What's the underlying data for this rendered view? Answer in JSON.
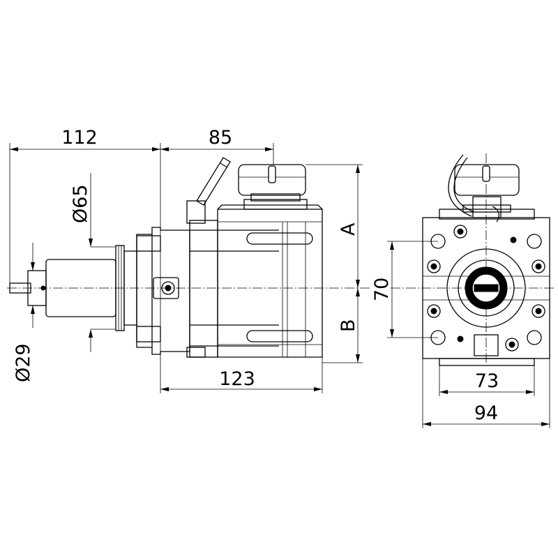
{
  "dimensions": {
    "overall_length": "112",
    "flange_to_clamp": "85",
    "housing_length": "123",
    "spindle_diameter": "Ø65",
    "tool_diameter": "Ø29",
    "height_a": "A",
    "height_b": "B",
    "bolt_spacing": "70",
    "base_width": "73",
    "total_width": "94"
  }
}
